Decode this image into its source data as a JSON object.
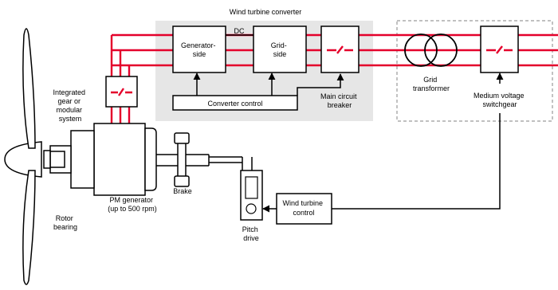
{
  "diagram": {
    "converter_title": "Wind turbine converter",
    "dc_label": "DC",
    "generator_side": [
      "Generator-",
      "side"
    ],
    "grid_side": [
      "Grid-",
      "side"
    ],
    "converter_control": "Converter control",
    "main_breaker": [
      "Main circuit",
      "breaker"
    ],
    "grid_transformer": [
      "Grid",
      "transformer"
    ],
    "mv_switchgear": [
      "Medium voltage",
      "switchgear"
    ],
    "gear_system": [
      "Integrated",
      "gear or",
      "modular",
      "system"
    ],
    "pm_generator": [
      "PM generator",
      "(up to 500 rpm)"
    ],
    "brake": "Brake",
    "rotor_bearing": [
      "Rotor",
      "bearing"
    ],
    "pitch_drive": [
      "Pitch",
      "drive"
    ],
    "turbine_control": [
      "Wind turbine",
      "control"
    ],
    "colors": {
      "power_line": "#e4002b",
      "converter_bg": "#e6e6e6",
      "dashed_border": "#9a9a9a"
    }
  }
}
